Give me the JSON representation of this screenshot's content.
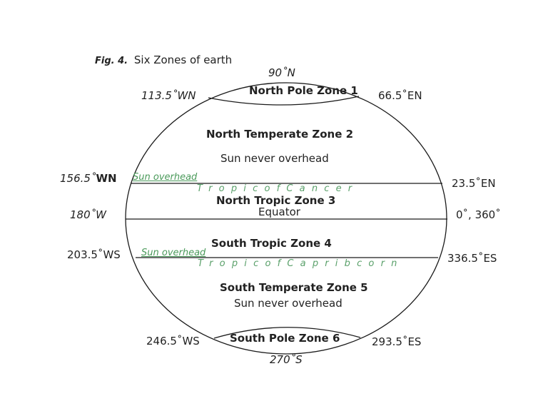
{
  "figure": {
    "number": "Fig. 4.",
    "title": "Six Zones of earth"
  },
  "poles": {
    "north": "90˚N",
    "south": "270˚S"
  },
  "zones": [
    {
      "id": 1,
      "name": "North Pole Zone 1"
    },
    {
      "id": 2,
      "name": "North Temperate Zone 2",
      "note": "Sun never overhead"
    },
    {
      "id": 3,
      "name": "North Tropic Zone 3",
      "note": "Equator"
    },
    {
      "id": 4,
      "name": "South Tropic Zone 4"
    },
    {
      "id": 5,
      "name": "South Temperate Zone 5",
      "note": "Sun never overhead"
    },
    {
      "id": 6,
      "name": "South Pole Zone 6"
    }
  ],
  "lines": {
    "tropic_of_cancer": "TropicofCancer",
    "tropic_of_capricorn": "TropicofCapribcorn",
    "sun_overhead_north": "Sun overhead",
    "sun_overhead_south": "Sun overhead"
  },
  "left_labels": {
    "north_cap": "113.5˚WN",
    "cancer_value": "156.5˚",
    "cancer_suffix": "WN",
    "equator": "180˚W",
    "capricorn": "203.5˚WS",
    "south_cap": "246.5˚WS"
  },
  "right_labels": {
    "north_cap": "66.5˚EN",
    "cancer": "23.5˚EN",
    "equator": "0˚, 360˚",
    "capricorn": "336.5˚ES",
    "south_cap": "293.5˚ES"
  },
  "colors": {
    "line": "#1a1a1a",
    "green_text": "#4a9a5a",
    "background": "#ffffff"
  }
}
